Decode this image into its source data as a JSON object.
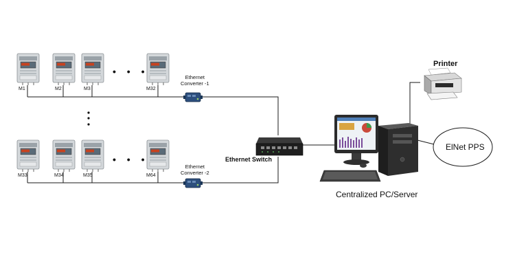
{
  "meters_top": [
    {
      "label": "M1"
    },
    {
      "label": "M2"
    },
    {
      "label": "M3"
    },
    {
      "label": "M32"
    }
  ],
  "meters_bottom": [
    {
      "label": "M33"
    },
    {
      "label": "M34"
    },
    {
      "label": "M35"
    },
    {
      "label": "M64"
    }
  ],
  "ellipsis_row": "• • •",
  "converter_top": {
    "line1": "Ethernet",
    "line2": "Converter -1"
  },
  "converter_bottom": {
    "line1": "Ethernet",
    "line2": "Converter -2"
  },
  "switch": {
    "label": "Ethernet Switch"
  },
  "pc": {
    "label": "Centralized PC/Server"
  },
  "printer": {
    "label": "Printer"
  },
  "software": {
    "label": "ElNet PPS"
  },
  "colors": {
    "line": "#1a1a1a",
    "meter_body": "#cfd3d6",
    "converter": "#2d4f7d",
    "switch": "#222222"
  }
}
